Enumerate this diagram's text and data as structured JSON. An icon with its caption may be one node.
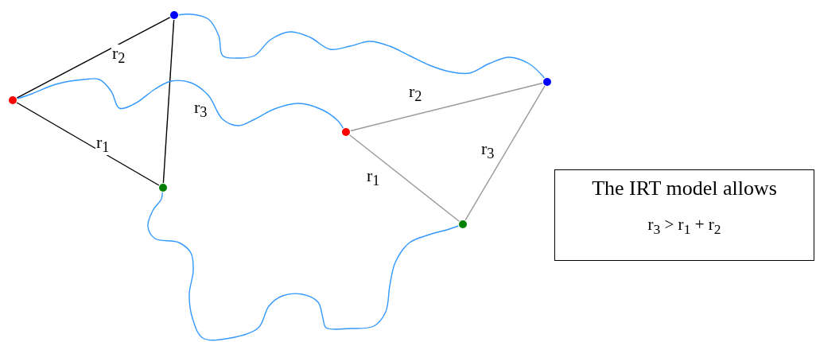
{
  "diagram": {
    "nodes": [
      {
        "text": [],
        "shape": "circle"
      },
      {
        "text": [],
        "shape": "circle"
      },
      {
        "text": [],
        "shape": "circle"
      },
      {
        "text": [],
        "shape": "circle"
      },
      {
        "text": [],
        "shape": "circle"
      },
      {
        "text": [],
        "shape": "circle"
      },
      {
        "text": [
          "The IRT model allows",
          "r$_{3}$ > r$_{1}$ + r$_{2}$"
        ]
      }
    ],
    "edges": [
      {
        "from": 0,
        "to": 1,
        "arrow": "none",
        "label": "r$_{2}$",
        "color": "#000000"
      },
      {
        "from": 0,
        "to": 2,
        "arrow": "none",
        "label": "r$_{1}$",
        "color": "#000000"
      },
      {
        "from": 1,
        "to": 2,
        "arrow": "none",
        "label": "r$_{3}$",
        "color": "#000000"
      },
      {
        "from": 3,
        "to": 4,
        "arrow": "none",
        "label": "r$_{2}$",
        "color": "#999999"
      },
      {
        "from": 3,
        "to": 5,
        "arrow": "none",
        "label": "r$_{1}$",
        "color": "#999999"
      },
      {
        "from": 4,
        "to": 5,
        "arrow": "none",
        "label": "r$_{3}$",
        "color": "#999999"
      },
      {
        "from": 0,
        "to": 3,
        "arrow": "none",
        "color": "#3399ff"
      },
      {
        "from": 1,
        "to": 4,
        "arrow": "none",
        "color": "#3399ff"
      },
      {
        "from": 2,
        "to": 5,
        "arrow": "none",
        "color": "#3399ff"
      }
    ]
  }
}
